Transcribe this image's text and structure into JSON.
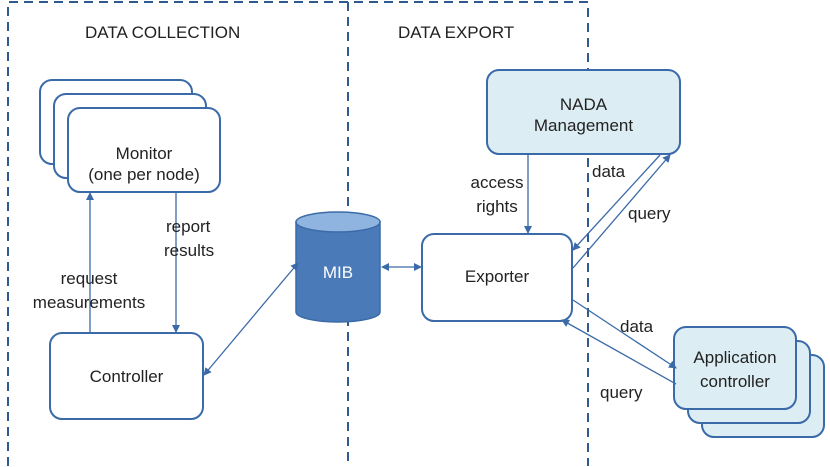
{
  "sections": {
    "collection": "DATA COLLECTION",
    "export": "DATA EXPORT"
  },
  "nodes": {
    "monitor": {
      "line1": "Monitor",
      "line2": "(one per node)"
    },
    "controller": "Controller",
    "mib": "MIB",
    "exporter": "Exporter",
    "nada": {
      "line1": "NADA",
      "line2": "Management"
    },
    "app": {
      "line1": "Application",
      "line2": "controller"
    }
  },
  "edges": {
    "report_results": {
      "line1": "report",
      "line2": "results"
    },
    "request_measurements": {
      "line1": "request",
      "line2": "measurements"
    },
    "access_rights": {
      "line1": "access",
      "line2": "rights"
    },
    "nada_data": "data",
    "nada_query": "query",
    "app_data": "data",
    "app_query": "query"
  },
  "colors": {
    "border": "#3b6aa8",
    "dash": "#2f5a90",
    "light_fill": "#dceef4",
    "cylinder_body": "#4a7ab8",
    "cylinder_top": "#8fb4df",
    "white_fill": "#ffffff"
  }
}
